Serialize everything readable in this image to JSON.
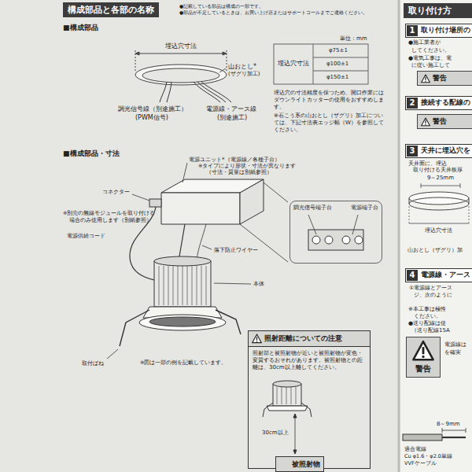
{
  "diagram": {
    "nodes": [
      {
        "text": [
          "構成部品と各部の名称"
        ]
      },
      {
        "text": [
          "調光信号端子台",
          "電源端子台"
        ]
      },
      {
        "text": [
          "照射距離についての注意",
          "照射部と被照射物が近いと被照射物が変色・変質するおそれがあります。被照射物との距離は、30cm以上離してください。"
        ]
      },
      {
        "text": [
          "被照射物"
        ],
        "in": 2
      },
      {
        "text": [
          "取り付け方"
        ]
      },
      {
        "text": [
          "1",
          "取り付け場所の"
        ]
      },
      {
        "text": [
          "警告"
        ]
      },
      {
        "text": [
          "2",
          "接続する配線の"
        ]
      },
      {
        "text": [
          "警告"
        ]
      },
      {
        "text": [
          "3",
          "天井に埋込穴を"
        ]
      },
      {
        "text": [
          "4",
          "電源線・アース"
        ]
      },
      {
        "text": [
          "警告"
        ]
      }
    ],
    "labels": [
      "●記載している部品は構成の一部です。",
      "●部品が不足しているときは、お買い上げ店またはサポートコールまでご連絡ください。",
      "■構成部品",
      "埋込穴寸法",
      "山おとし*",
      "(ザグリ加工)",
      "調光信号線（別途施工）",
      "(PWM信号)",
      "電源線・アース線",
      "(別途施工)",
      "単位：mm",
      "埋込穴寸法",
      "φ75±1",
      "φ100±1",
      "φ150±1",
      "埋込穴の寸法精度を保つため、開口作業にはダウンライトカッターの使用をおすすめします。",
      "※石こう系の山おとし（ザグリ）加工については、下記寸法表エッジ幅（W）を参照してください。",
      "■構成部品・寸法",
      "電源ユニット*（電源線／各種子台）",
      "※タイプにより形状・寸法が異なります",
      "（寸法・質量は別紙参照）",
      "コネクター",
      "※別売の無線モジュールを取り付ける",
      "場合のみ使用します（別紙参照）",
      "電源供給コード",
      "落下防止ワイヤー",
      "本体",
      "取付ばね",
      "※図は一部の例を記載しています。",
      "●施工業者が",
      "してください。",
      "●電気工事は、電",
      "に従い施工して",
      "天井面に、埋込",
      "取り付ける天井板厚",
      "9～25mm",
      "埋込穴寸法",
      "山おとし（ザグリ）加",
      "①電源線とアース",
      "ジ、次のように",
      "※本工事は極性",
      "ください。",
      "●送り配線は使",
      "（送り配線15A",
      "電源線は",
      "を確実",
      "8～9mm",
      "適合電線",
      "Cu φ1.6・φ2.0単線",
      "VVFケーブル",
      "30cm以上"
    ]
  }
}
